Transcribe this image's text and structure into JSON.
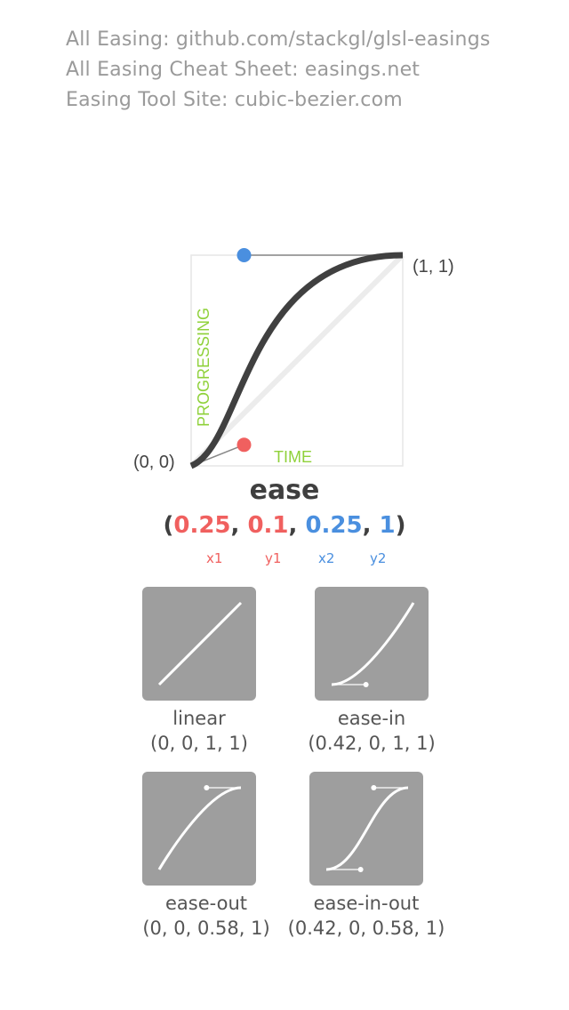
{
  "links": [
    "All Easing: github.com/stackgl/glsl-easings",
    "All Easing Cheat Sheet: easings.net",
    "Easing Tool Site: cubic-bezier.com"
  ],
  "main": {
    "origin_label": "(0, 0)",
    "end_label": "(1, 1)",
    "y_axis_label": "PROGRESSING",
    "x_axis_label": "TIME",
    "title": "ease",
    "params": {
      "open": "(",
      "x1": "0.25",
      "y1": "0.1",
      "x2": "0.25",
      "y2": "1",
      "sep": ", ",
      "close": ")"
    },
    "param_names": {
      "x1": "x1",
      "y1": "y1",
      "x2": "x2",
      "y2": "y2"
    },
    "bezier": [
      0.25,
      0.1,
      0.25,
      1.0
    ]
  },
  "examples": [
    {
      "name": "linear",
      "params": "(0, 0, 1, 1)",
      "bezier": [
        0,
        0,
        1,
        1
      ]
    },
    {
      "name": "ease-in",
      "params": "(0.42, 0, 1, 1)",
      "bezier": [
        0.42,
        0,
        1,
        1
      ]
    },
    {
      "name": "ease-out",
      "params": "(0, 0, 0.58, 1)",
      "bezier": [
        0,
        0,
        0.58,
        1
      ]
    },
    {
      "name": "ease-in-out",
      "params": "(0.42, 0, 0.58, 1)",
      "bezier": [
        0.42,
        0,
        0.58,
        1
      ]
    }
  ],
  "colors": {
    "curve": "#404040",
    "p1": "#f0605f",
    "p2": "#4a8fdf",
    "axis_label": "#8fd13a",
    "thumb_bg": "#9e9e9e"
  }
}
